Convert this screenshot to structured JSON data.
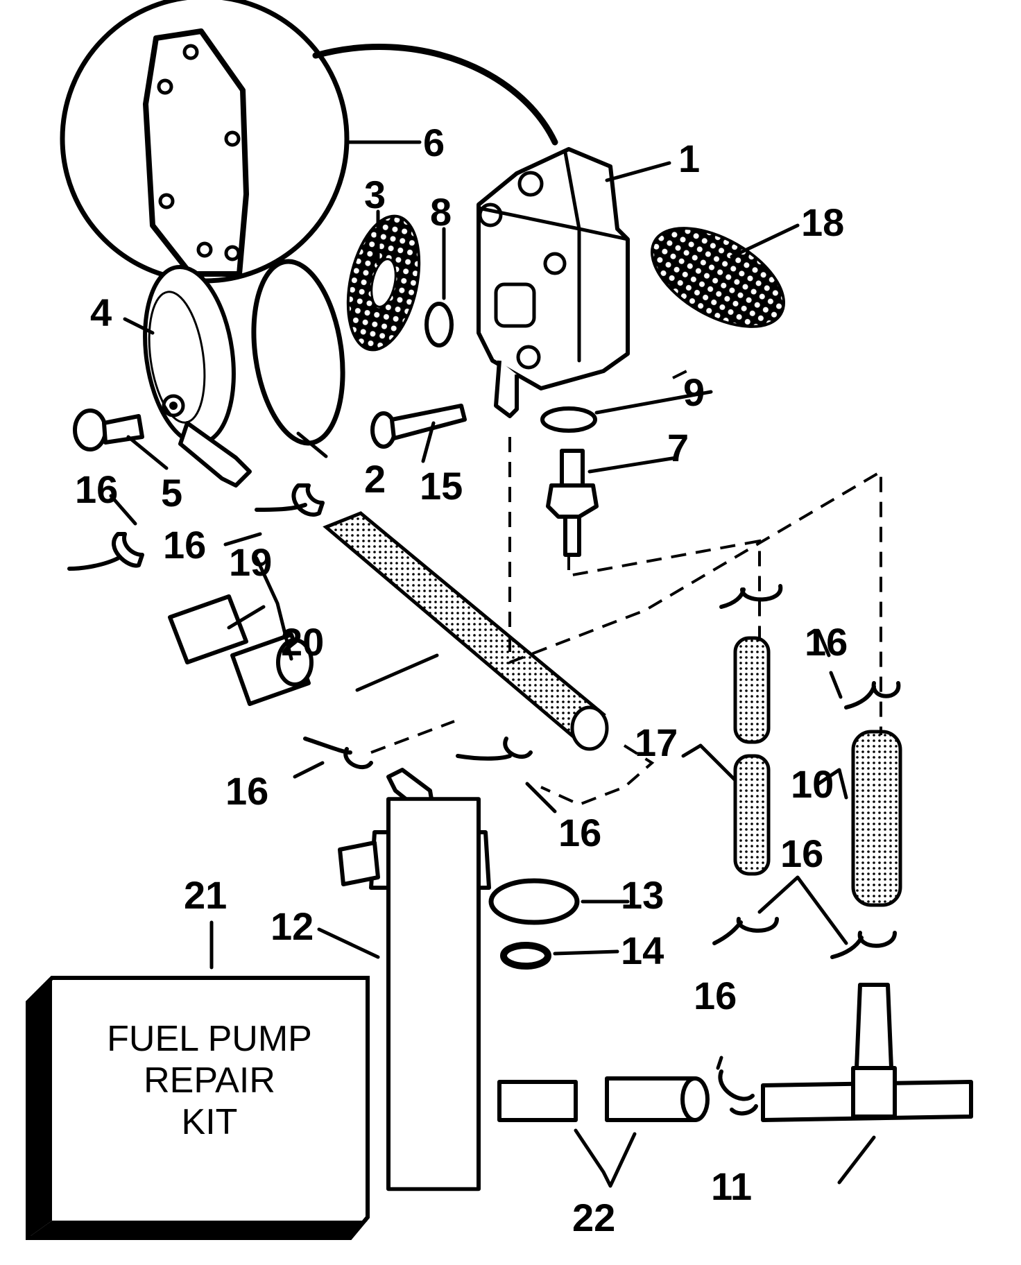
{
  "callouts": {
    "c1": "1",
    "c2": "2",
    "c3": "3",
    "c4": "4",
    "c5": "5",
    "c6": "6",
    "c7": "7",
    "c8": "8",
    "c9": "9",
    "c10": "10",
    "c11": "11",
    "c12": "12",
    "c13": "13",
    "c14": "14",
    "c15": "15",
    "c16": "16",
    "c17": "17",
    "c18": "18",
    "c19": "19",
    "c20": "20",
    "c21": "21",
    "c22": "22"
  },
  "kit_box": {
    "line1": "FUEL PUMP",
    "line2": "REPAIR",
    "line3": "KIT"
  }
}
